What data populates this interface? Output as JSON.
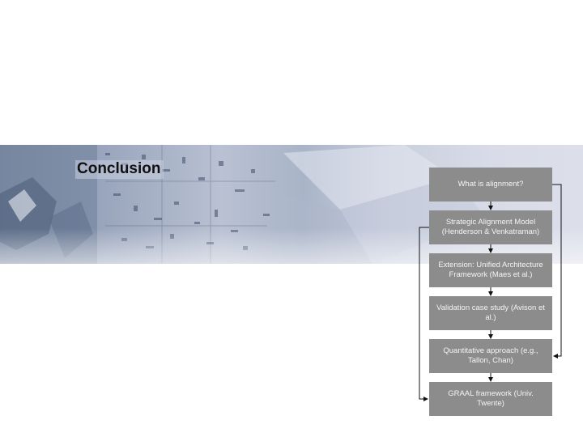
{
  "slide": {
    "title": "Conclusion"
  },
  "flow": {
    "boxes": [
      {
        "label": "What is alignment?"
      },
      {
        "label": "Strategic Alignment Model (Henderson & Venkatraman)"
      },
      {
        "label": "Extension: Unified Architecture Framework (Maes et al.)"
      },
      {
        "label": "Validation case study (Avison et al.)"
      },
      {
        "label": "Quantitative approach (e.g., Tallon, Chan)"
      },
      {
        "label": "GRAAL framework (Univ. Twente)"
      }
    ]
  },
  "colors": {
    "box_fill": "#8c8c8c",
    "box_text": "#f4f4f4",
    "arrow": "#111111",
    "banner": "#aab4c8"
  }
}
